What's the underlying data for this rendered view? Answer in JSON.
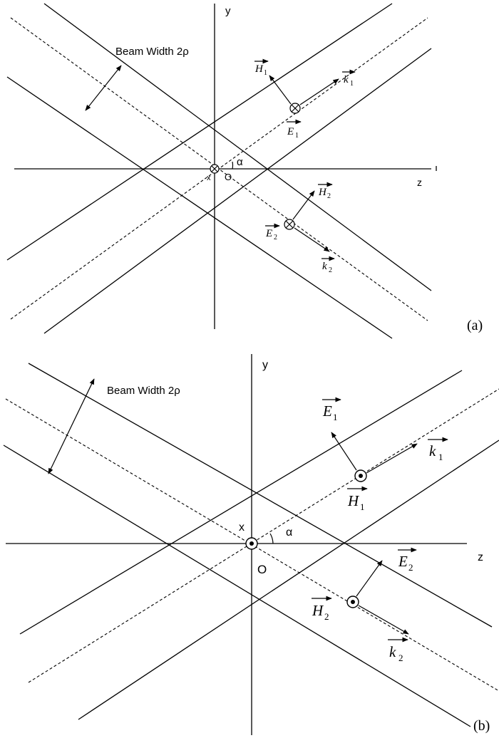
{
  "panel_a": {
    "beam_label": "Beam Width 2ρ",
    "axis_y": "y",
    "axis_z": "z",
    "axis_x": "x",
    "origin": "O",
    "angle": "α",
    "vec_H1": "H",
    "sub_H1": "1",
    "vec_k1": "k",
    "sub_k1": "1",
    "vec_E1": "E",
    "sub_E1": "1",
    "vec_H2": "H",
    "sub_H2": "2",
    "vec_E2": "E",
    "sub_E2": "2",
    "vec_k2": "k",
    "sub_k2": "2",
    "caption": "(a)"
  },
  "panel_b": {
    "beam_label": "Beam Width 2ρ",
    "axis_y": "y",
    "axis_z": "z",
    "axis_x": "x",
    "origin": "O",
    "angle": "α",
    "vec_E1": "E",
    "sub_E1": "1",
    "vec_k1": "k",
    "sub_k1": "1",
    "vec_H1": "H",
    "sub_H1": "1",
    "vec_E2": "E",
    "sub_E2": "2",
    "vec_H2": "H",
    "sub_H2": "2",
    "vec_k2": "k",
    "sub_k2": "2",
    "caption": "(b)"
  }
}
